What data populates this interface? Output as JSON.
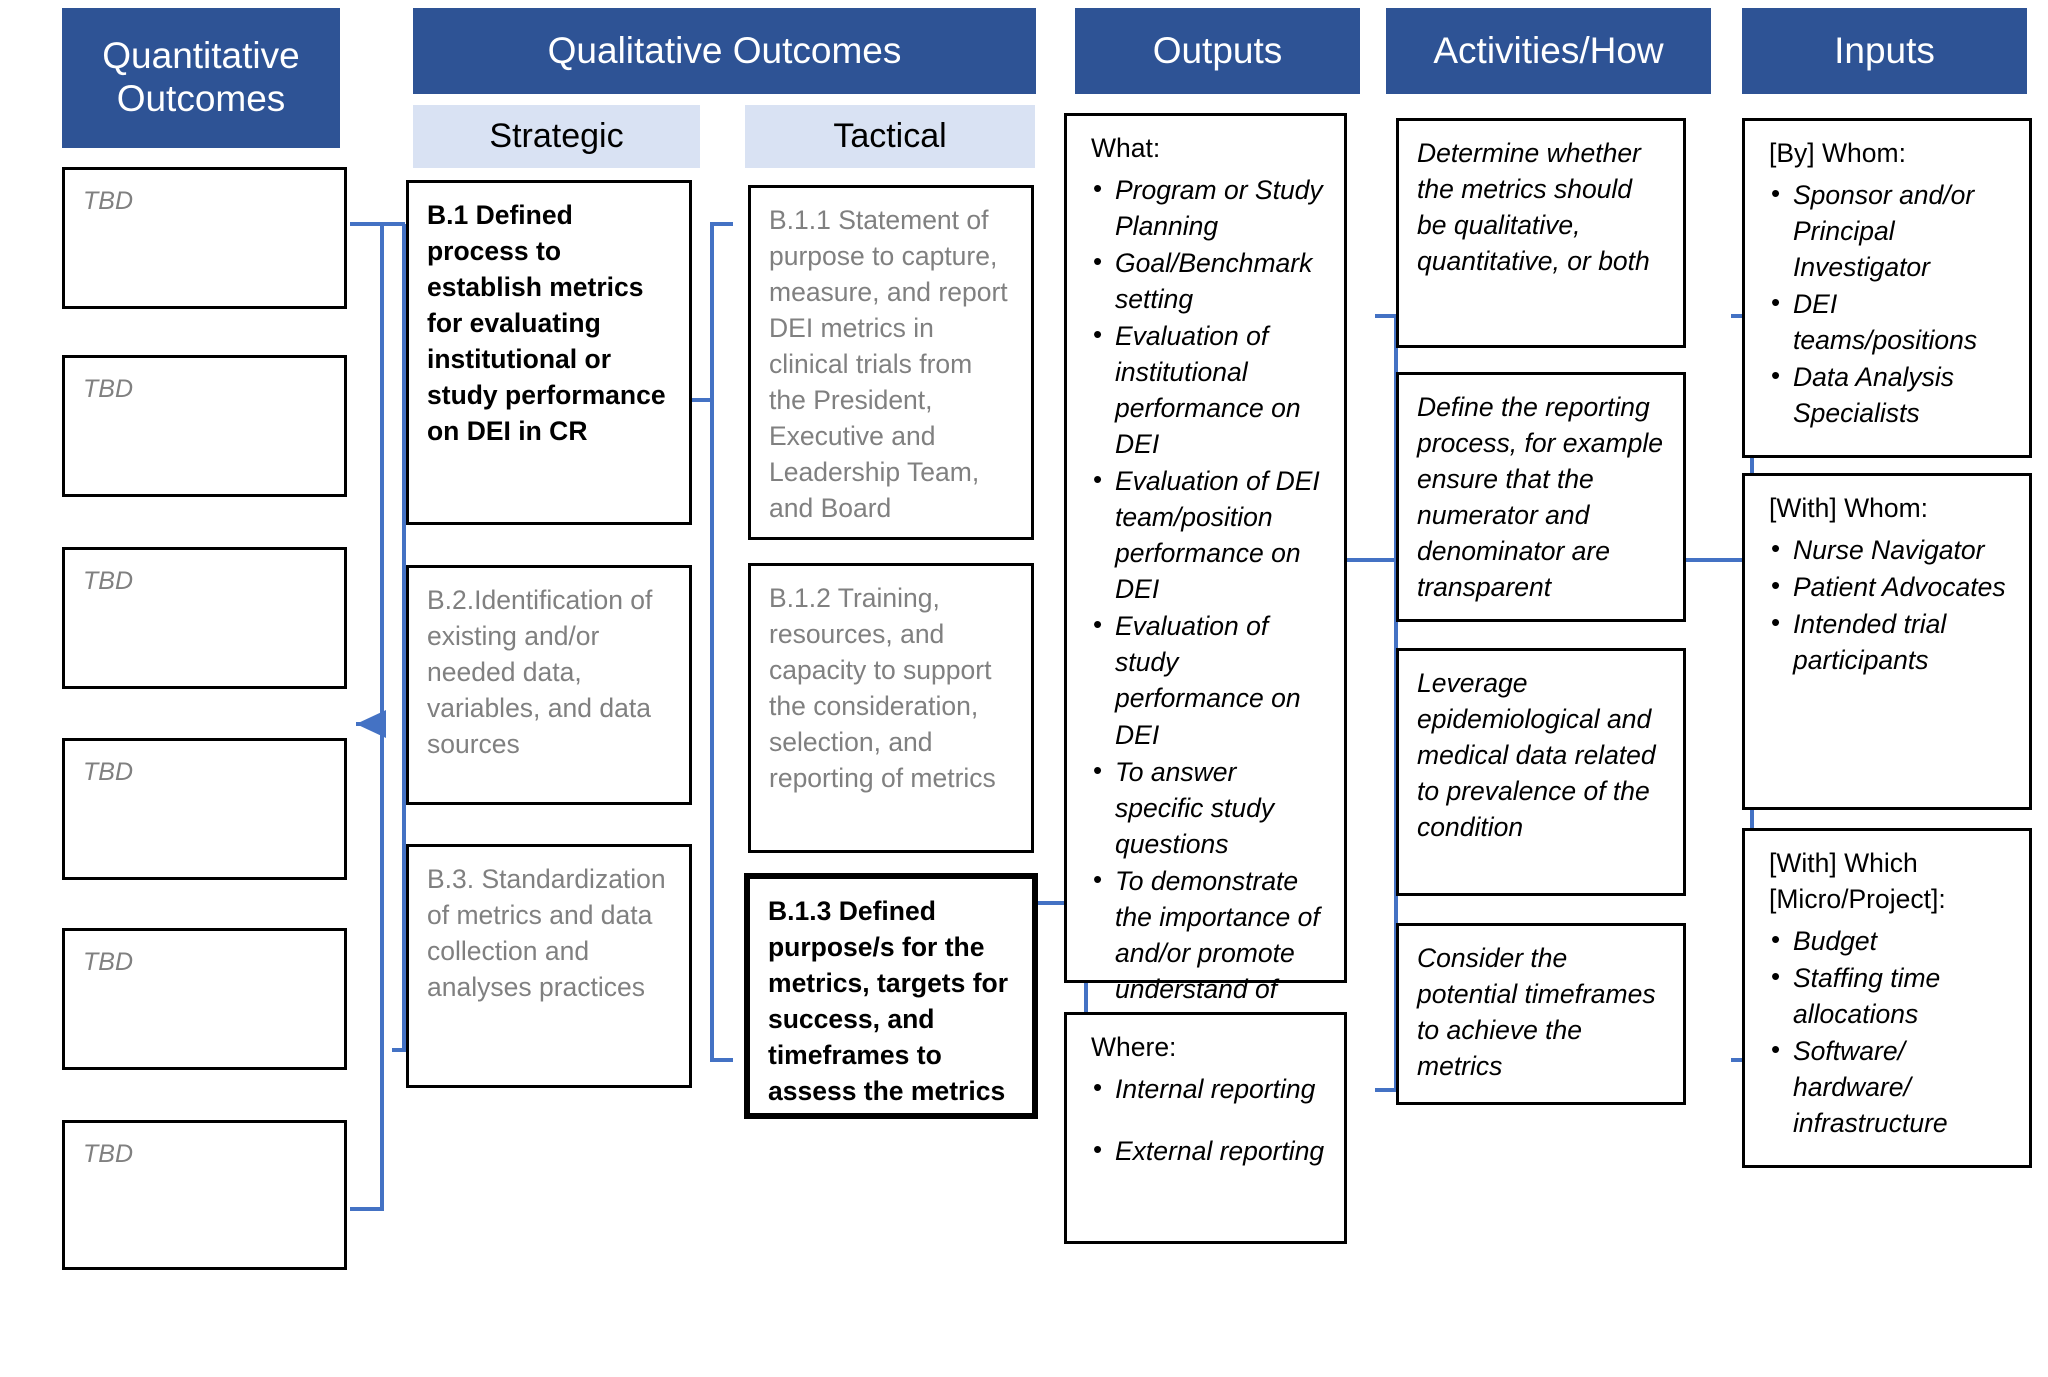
{
  "columns": {
    "quantitative": "Quantitative Outcomes",
    "qualitative": "Qualitative Outcomes",
    "outputs": "Outputs",
    "activities": "Activities/How",
    "inputs": "Inputs"
  },
  "subheads": {
    "strategic": "Strategic",
    "tactical": "Tactical"
  },
  "colors": {
    "header_blue": "#2E5395",
    "subhead_blue": "#D9E2F3",
    "connector_blue": "#4472C4",
    "grey_text": "#808080",
    "border_black": "#000000"
  },
  "quantitative_boxes": [
    {
      "text": "TBD"
    },
    {
      "text": "TBD"
    },
    {
      "text": "TBD"
    },
    {
      "text": "TBD"
    },
    {
      "text": "TBD"
    },
    {
      "text": "TBD"
    }
  ],
  "strategic_boxes": [
    {
      "text": "B.1 Defined process to establish metrics for evaluating institutional or study performance on DEI in CR",
      "style": "bold"
    },
    {
      "text": "B.2.Identification of existing and/or needed data, variables, and data sources",
      "style": "grey"
    },
    {
      "text": "B.3. Standardization of metrics and data collection and analyses practices",
      "style": "grey"
    }
  ],
  "tactical_boxes": [
    {
      "text": "B.1.1 Statement of purpose to capture, measure, and report DEI metrics in clinical trials from the President, Executive and Leadership Team, and Board",
      "style": "grey"
    },
    {
      "text": "B.1.2 Training, resources, and capacity to support the consideration, selection, and reporting of metrics",
      "style": "grey"
    },
    {
      "text": "B.1.3 Defined purpose/s for the metrics, targets for success, and timeframes to assess the metrics",
      "style": "bold-thick"
    }
  ],
  "outputs_boxes": [
    {
      "heading": "What:",
      "items": [
        "Program or Study Planning",
        "Goal/Benchmark setting",
        "Evaluation of institutional performance on DEI",
        "Evaluation of DEI team/position performance on DEI",
        "Evaluation of study performance on DEI",
        "To answer specific study questions",
        "To demonstrate the importance of and/or promote understand of metrics"
      ]
    },
    {
      "heading": "Where:",
      "items": [
        "Internal reporting",
        "External reporting"
      ]
    }
  ],
  "activities_boxes": [
    {
      "text": "Determine whether the metrics should be qualitative, quantitative, or both"
    },
    {
      "text": "Define the reporting process, for example ensure that the numerator and denominator are transparent"
    },
    {
      "text": "Leverage epidemiological and medical data related to prevalence of the condition"
    },
    {
      "text": "Consider the potential timeframes to achieve the metrics"
    }
  ],
  "inputs_boxes": [
    {
      "heading": "[By] Whom:",
      "items": [
        "Sponsor and/or Principal Investigator",
        "DEI teams/positions",
        "Data Analysis Specialists"
      ]
    },
    {
      "heading": "[With] Whom:",
      "items": [
        "Nurse Navigator",
        "Patient Advocates",
        "Intended trial participants"
      ]
    },
    {
      "heading": "[With] Which [Micro/Project]:",
      "items": [
        "Budget",
        "Staffing time allocations",
        "Software/ hardware/ infrastructure"
      ]
    }
  ]
}
